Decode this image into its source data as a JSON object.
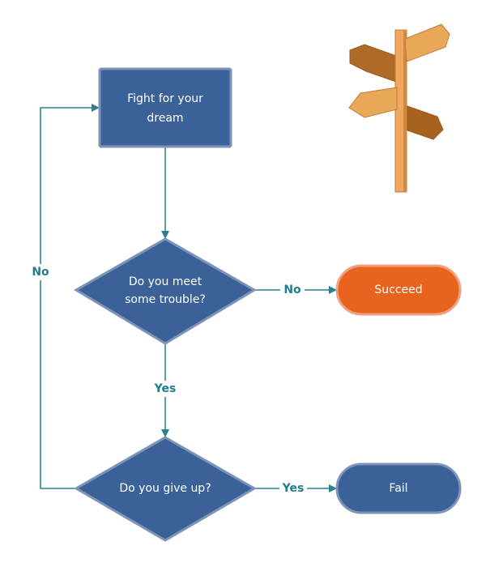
{
  "diagram": {
    "type": "flowchart",
    "nodes": {
      "start": {
        "label_lines": [
          "Fight for your",
          "dream"
        ],
        "shape": "rectangle",
        "fill": "#3a6298",
        "stroke": "#7d94b8"
      },
      "trouble": {
        "label_lines": [
          "Do you meet",
          "some trouble?"
        ],
        "shape": "diamond",
        "fill": "#3a6298",
        "stroke": "#7d94b8"
      },
      "giveup": {
        "label_lines": [
          "Do you give up?"
        ],
        "shape": "diamond",
        "fill": "#3a6298",
        "stroke": "#7d94b8"
      },
      "succeed": {
        "label": "Succeed",
        "shape": "terminator",
        "fill": "#e8641e",
        "stroke": "#f0a080"
      },
      "fail": {
        "label": "Fail",
        "shape": "terminator",
        "fill": "#3a6298",
        "stroke": "#7d94b8"
      }
    },
    "edges": [
      {
        "from": "start",
        "to": "trouble",
        "label": ""
      },
      {
        "from": "trouble",
        "to": "succeed",
        "label": "No"
      },
      {
        "from": "trouble",
        "to": "giveup",
        "label": "Yes"
      },
      {
        "from": "giveup",
        "to": "fail",
        "label": "Yes"
      },
      {
        "from": "giveup",
        "to": "start",
        "label": "No"
      }
    ],
    "edge_color": "#2b8090",
    "decoration": {
      "icon": "signpost-icon",
      "colors": {
        "light": "#e8a858",
        "dark": "#b06a28",
        "post": "#f0a860"
      }
    }
  }
}
